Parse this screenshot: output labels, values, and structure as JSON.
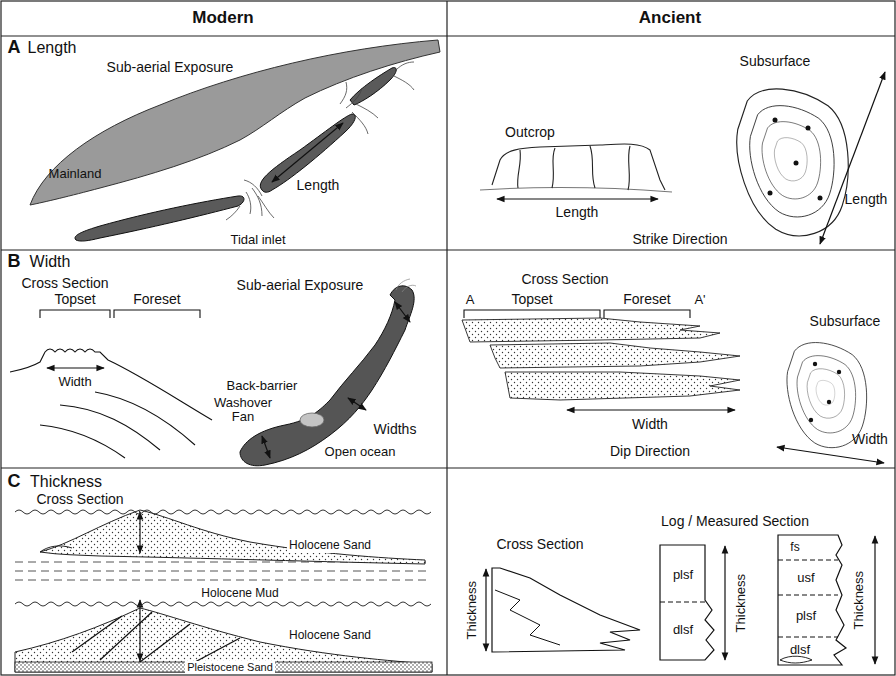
{
  "diagram": {
    "labels": [
      "Modern",
      "Ancient",
      "A",
      "Length",
      "Sub-aerial Exposure",
      "Mainland",
      "Length",
      "Tidal inlet",
      "Outcrop",
      "Length",
      "Subsurface",
      "Length",
      "Strike Direction",
      "B",
      "Width",
      "Cross Section",
      "Sub-aerial Exposure",
      "Topset",
      "Foreset",
      "Width",
      "Back-barrier",
      "Washover Fan",
      "Widths",
      "Open ocean",
      "Cross Section",
      "A",
      "Topset",
      "Foreset",
      "A'",
      "Subsurface",
      "Width",
      "Width",
      "Dip Direction",
      "C",
      "Thickness",
      "Cross Section",
      "Holocene Sand",
      "Holocene Mud",
      "Holocene Sand",
      "Pleistocene Sand",
      "Cross Section",
      "Log / Measured Section",
      "Thickness",
      "plsf",
      "dlsf",
      "Thickness",
      "fs",
      "usf",
      "plsf",
      "dlsf",
      "Thickness"
    ]
  }
}
